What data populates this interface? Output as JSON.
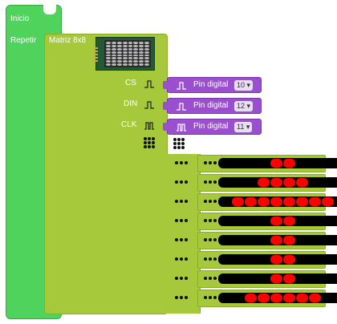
{
  "blocks": {
    "start": {
      "label": "Inicio"
    },
    "loop": {
      "label": "Repetir"
    },
    "matrix": {
      "title": "Matriz 8x8"
    }
  },
  "pins": [
    {
      "name": "CS",
      "signal": "pulse-icon",
      "block_label": "Pin digital",
      "value": "10 ▾"
    },
    {
      "name": "DIN",
      "signal": "pulse-icon",
      "block_label": "Pin digital",
      "value": "12 ▾"
    },
    {
      "name": "CLK",
      "signal": "clock-icon",
      "block_label": "Pin digital",
      "value": "11 ▾"
    }
  ],
  "colors": {
    "green": "#4fd35c",
    "matrix_green": "#a6c93b",
    "pin_purple": "#9a4fcf",
    "led_on": "#ff0000",
    "led_off": "#000000"
  },
  "matrix_rows": [
    [
      0,
      0,
      0,
      0,
      1,
      1,
      0,
      0,
      0,
      0
    ],
    [
      0,
      0,
      0,
      1,
      1,
      1,
      1,
      0,
      0,
      0
    ],
    [
      0,
      1,
      1,
      1,
      1,
      1,
      1,
      1,
      1,
      0
    ],
    [
      0,
      0,
      0,
      0,
      1,
      1,
      0,
      0,
      0,
      0
    ],
    [
      0,
      0,
      0,
      0,
      1,
      1,
      0,
      0,
      0,
      0
    ],
    [
      0,
      0,
      0,
      0,
      1,
      1,
      0,
      0,
      0,
      0
    ],
    [
      0,
      0,
      0,
      0,
      1,
      1,
      0,
      0,
      0,
      0
    ],
    [
      0,
      0,
      1,
      1,
      1,
      1,
      1,
      1,
      0,
      0
    ]
  ]
}
